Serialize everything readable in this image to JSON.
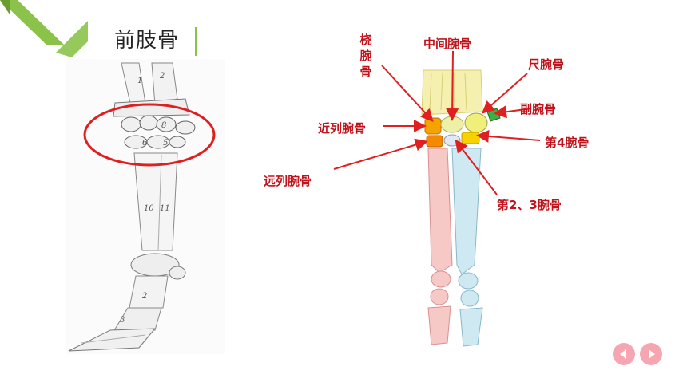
{
  "slide": {
    "title": "前肢骨",
    "accent_color": "#8bc34a",
    "highlight_color": "#e02020",
    "label_color": "#c0141c"
  },
  "diagram": {
    "labels": {
      "radial_carpal": "桡腕骨",
      "intermediate_carpal": "中间腕骨",
      "ulnar_carpal": "尺腕骨",
      "accessory_carpal": "副腕骨",
      "proximal_row": "近列腕骨",
      "fourth_carpal": "第4腕骨",
      "distal_row": "远列腕骨",
      "second_third_carpal": "第2、3腕骨"
    },
    "sketch_numbers": [
      "1",
      "2",
      "8",
      "6",
      "5",
      "10",
      "11",
      "2",
      "3"
    ]
  },
  "nav": {
    "prev_icon": "triangle-left-icon",
    "next_icon": "triangle-right-icon"
  }
}
